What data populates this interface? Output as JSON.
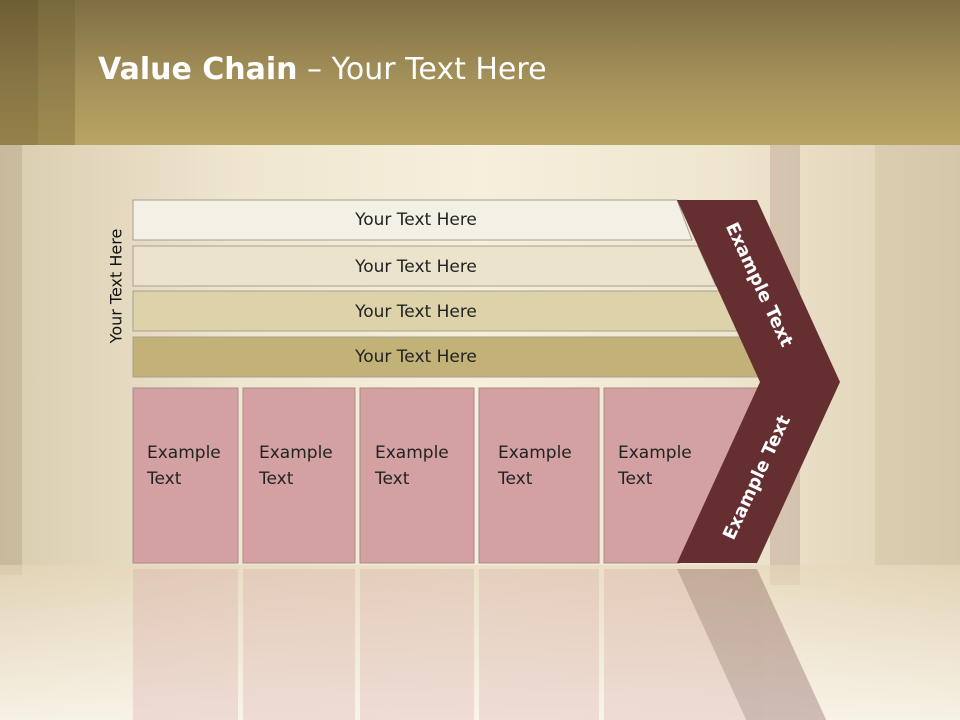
{
  "title": {
    "bold": "Value Chain",
    "rest": " – Your Text Here"
  },
  "side_label": "Your Text Here",
  "bars": [
    {
      "label": "Your Text Here",
      "color": "#f3f0e6"
    },
    {
      "label": "Your Text Here",
      "color": "#ebe3cc"
    },
    {
      "label": "Your Text Here",
      "color": "#ddd2aa"
    },
    {
      "label": "Your Text Here",
      "color": "#c2b277"
    }
  ],
  "boxes": [
    {
      "line1": "Example",
      "line2": "Text"
    },
    {
      "line1": "Example",
      "line2": "Text"
    },
    {
      "line1": "Example",
      "line2": "Text"
    },
    {
      "line1": "Example",
      "line2": "Text"
    },
    {
      "line1": "Example",
      "line2": "Text"
    }
  ],
  "box_color": "#d4a1a3",
  "chevron": {
    "top_label": "Example Text",
    "bottom_label": "Example Text",
    "color": "#652e31"
  }
}
